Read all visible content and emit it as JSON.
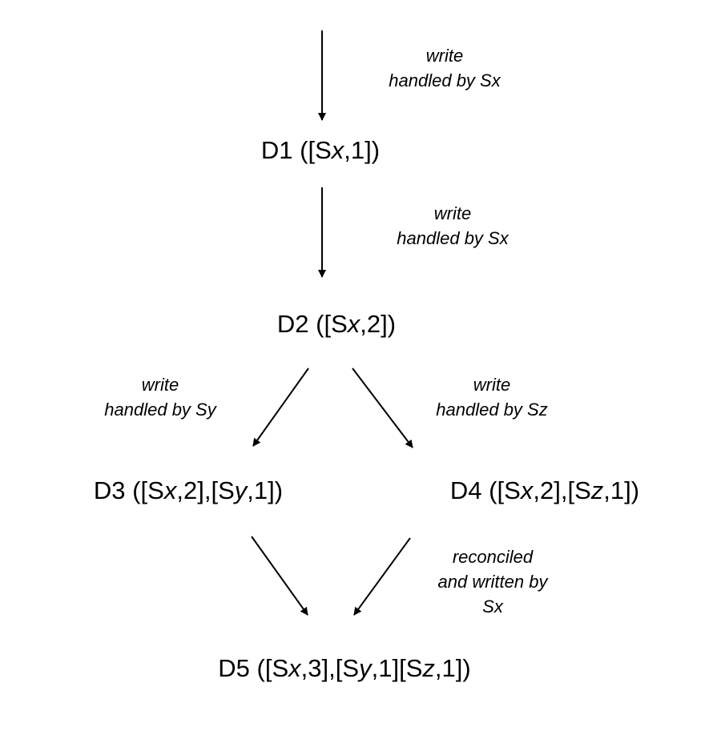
{
  "nodes": {
    "d1": {
      "name": "D1",
      "clocks": [
        {
          "server": "S",
          "sub": "x",
          "count": "1"
        }
      ]
    },
    "d2": {
      "name": "D2",
      "clocks": [
        {
          "server": "S",
          "sub": "x",
          "count": "2"
        }
      ]
    },
    "d3": {
      "name": "D3",
      "clocks": [
        {
          "server": "S",
          "sub": "x",
          "count": "2"
        },
        {
          "server": "S",
          "sub": "y",
          "count": "1"
        }
      ]
    },
    "d4": {
      "name": "D4",
      "clocks": [
        {
          "server": "S",
          "sub": "x",
          "count": "2"
        },
        {
          "server": "S",
          "sub": "z",
          "count": "1"
        }
      ]
    },
    "d5": {
      "name": "D5",
      "clocks": [
        {
          "server": "S",
          "sub": "x",
          "count": "3"
        },
        {
          "server": "S",
          "sub": "y",
          "count": "1"
        },
        {
          "server": "S",
          "sub": "z",
          "count": "1"
        }
      ]
    }
  },
  "edges": {
    "into_d1": {
      "lines": [
        "write",
        "handled by Sx"
      ]
    },
    "d1_d2": {
      "lines": [
        "write",
        "handled by Sx"
      ]
    },
    "d2_d3": {
      "lines": [
        "write",
        "handled by Sy"
      ]
    },
    "d2_d4": {
      "lines": [
        "write",
        "handled by Sz"
      ]
    },
    "d4_d5": {
      "lines": [
        "reconciled",
        "and written by",
        "Sx"
      ]
    }
  },
  "colors": {
    "ink": "#000000",
    "background": "#ffffff"
  }
}
